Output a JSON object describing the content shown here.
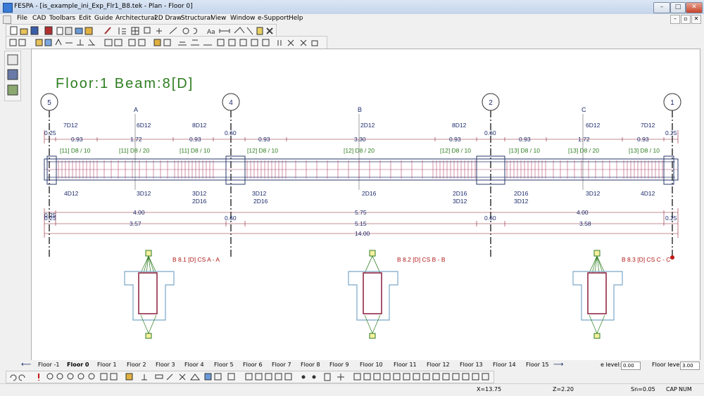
{
  "window": {
    "title": "FESPA - [is_example_ini_Exp_Flr1_B8.tek - Plan - Floor 0]",
    "controls": [
      "–",
      "□",
      "✕"
    ]
  },
  "menu": [
    "File",
    "CAD",
    "Toolbars",
    "Edit",
    "Guide",
    "Architectural",
    "2D Draw",
    "Structural",
    "View",
    "Window",
    "e-Support",
    "Help"
  ],
  "mdi_controls": [
    "–",
    "▫",
    "✕"
  ],
  "drawing": {
    "heading": "Floor:1  Beam:8[D]",
    "axis_labels": [
      "5",
      "4",
      "2",
      "1"
    ],
    "section_markers": [
      "A",
      "B",
      "C"
    ],
    "top_rebar": [
      "7D12",
      "6D12",
      "8D12",
      "2D12",
      "8D12",
      "6D12",
      "7D12"
    ],
    "top_dims": {
      "span1": [
        "0.25",
        "0.93",
        "1.72",
        "0.93",
        "0.60"
      ],
      "span2": [
        "0.93",
        "3.30",
        "0.93",
        "0.60"
      ],
      "span3": [
        "0.93",
        "1.72",
        "0.93",
        "0.25"
      ]
    },
    "stirrups": [
      "[11] D8 / 10",
      "[11] D8 / 20",
      "[11] D8 / 10",
      "[12] D8 / 10",
      "[12] D8 / 20",
      "[12] D8 / 10",
      "[13] D8 / 10",
      "[13] D8 / 20",
      "[13] D8 / 10"
    ],
    "bottom_rebar": {
      "span1": [
        "4D12",
        "3D12",
        "3D12",
        "2D16"
      ],
      "span2": [
        "3D12",
        "2D16",
        "2D16",
        "2D16",
        "3D12"
      ],
      "span3": [
        "2D16",
        "3D12",
        "3D12",
        "4D12"
      ]
    },
    "dim_row1": [
      "0.25",
      "4.00",
      "5.75",
      "4.00"
    ],
    "dim_row2": [
      "0.25",
      "3.57",
      "0.60",
      "5.15",
      "0.60",
      "3.58",
      "0.25"
    ],
    "total_length": "14.00",
    "cross_sections": [
      "B 8.1 [D] CS A - A",
      "B 8.2 [D] CS B - B",
      "B 8.3 [D] CS C - C"
    ]
  },
  "floor_tabs": [
    "Floor -1",
    "Floor 0",
    "Floor 1",
    "Floor 2",
    "Floor 3",
    "Floor 4",
    "Floor 5",
    "Floor 6",
    "Floor 7",
    "Floor 8",
    "Floor 9",
    "Floor 10",
    "Floor 11",
    "Floor 12",
    "Floor 13",
    "Floor 14",
    "Floor 15"
  ],
  "active_tab": "Floor 0",
  "levels": {
    "label1": "e level:",
    "value1": "0.00",
    "label2": "Floor level:",
    "value2": "3.00"
  },
  "status": {
    "x": "X=13.75",
    "z": "Z=2.20",
    "snap": "Sn=0.05",
    "caps": "CAP",
    "num": "NUM"
  },
  "colors": {
    "heading": "#2e7d20",
    "axis": "#1c2a6b",
    "rebar_text": "#1c2a6b",
    "stirrup_text": "#2e7d20",
    "dim_line": "#8a1c2a",
    "beam_outline": "#2a3a6b",
    "stirrup_line": "#b44a6a",
    "cs_text": "#b01818"
  }
}
